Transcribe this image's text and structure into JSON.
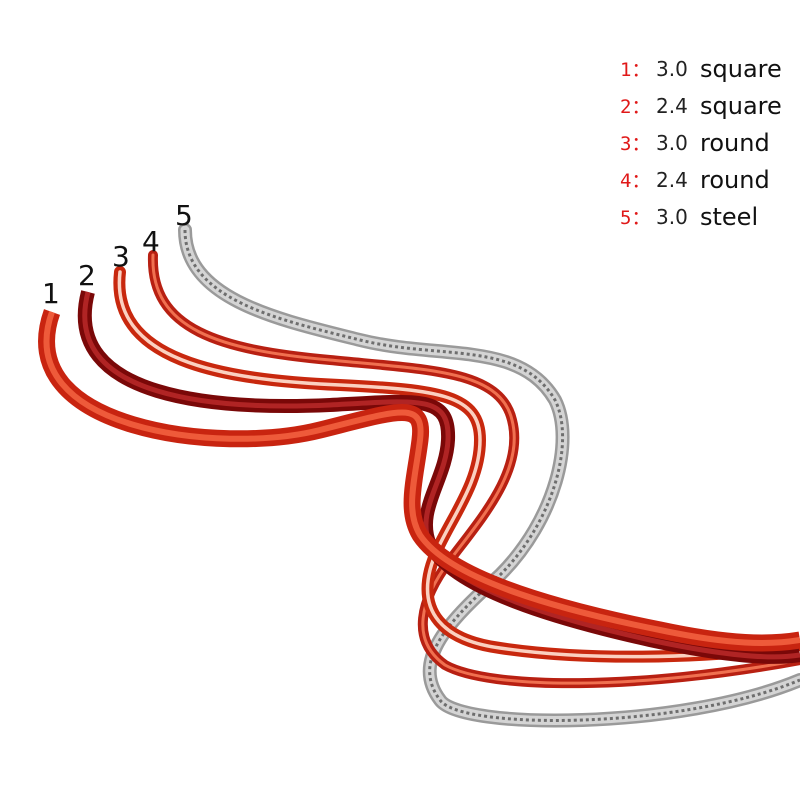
{
  "legend": [
    {
      "key": "1：",
      "size": "3.0",
      "type": "square"
    },
    {
      "key": "2：",
      "size": "2.4",
      "type": "square"
    },
    {
      "key": "3：",
      "size": "3.0",
      "type": "round"
    },
    {
      "key": "4：",
      "size": "2.4",
      "type": "round"
    },
    {
      "key": "5：",
      "size": "3.0",
      "type": "steel"
    }
  ],
  "wire_labels": [
    "1",
    "2",
    "3",
    "4",
    "5"
  ],
  "colors": {
    "wire_1": "#d42a10",
    "wire_2": "#8e0c0c",
    "wire_3": "#e43a1c",
    "wire_4": "#d0301a",
    "wire_5": "#c4c4c4",
    "legend_key": "#e01818",
    "background": "#ffffff"
  }
}
